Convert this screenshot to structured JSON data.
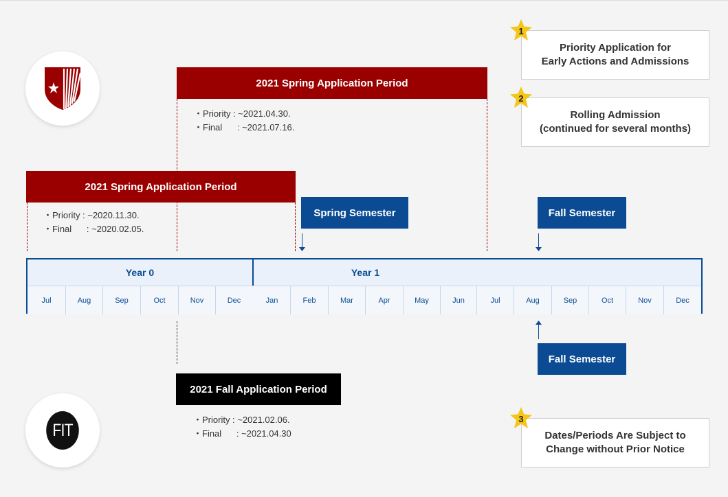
{
  "logos": {
    "top": {
      "icon": "shield-star-icon",
      "color": "#9b0000"
    },
    "bottom": {
      "label": "FIT"
    }
  },
  "school1": {
    "spring_y1": {
      "title": "2021 Spring Application Period",
      "priority": "・Priority : ~2021.04.30.",
      "final": "・Final      : ~2021.07.16."
    },
    "spring_y0": {
      "title": "2021 Spring Application Period",
      "priority": "・Priority : ~2020.11.30.",
      "final": "・Final      : ~2020.02.05."
    }
  },
  "school2": {
    "fall": {
      "title": "2021 Fall Application Period",
      "priority": "・Priority : ~2021.02.06.",
      "final": "・Final      : ~2021.04.30"
    }
  },
  "semesters": {
    "spring_top": "Spring Semester",
    "fall_top": "Fall Semester",
    "fall_bottom": "Fall Semester"
  },
  "timeline": {
    "year0": "Year 0",
    "year1": "Year 1",
    "months": [
      "Jul",
      "Aug",
      "Sep",
      "Oct",
      "Nov",
      "Dec",
      "Jan",
      "Feb",
      "Mar",
      "Apr",
      "May",
      "Jun",
      "Jul",
      "Aug",
      "Sep",
      "Oct",
      "Nov",
      "Dec"
    ]
  },
  "notes": [
    {
      "num": "1",
      "line1": "Priority Application for",
      "line2": "Early Actions and Admissions"
    },
    {
      "num": "2",
      "line1": "Rolling Admission",
      "line2": "(continued for several months)"
    },
    {
      "num": "3",
      "line1": "Dates/Periods Are Subject to",
      "line2": "Change without Prior Notice"
    }
  ],
  "colors": {
    "red": "#9b0000",
    "blue": "#0a4b93",
    "black": "#000000",
    "star": "#f5c518"
  }
}
